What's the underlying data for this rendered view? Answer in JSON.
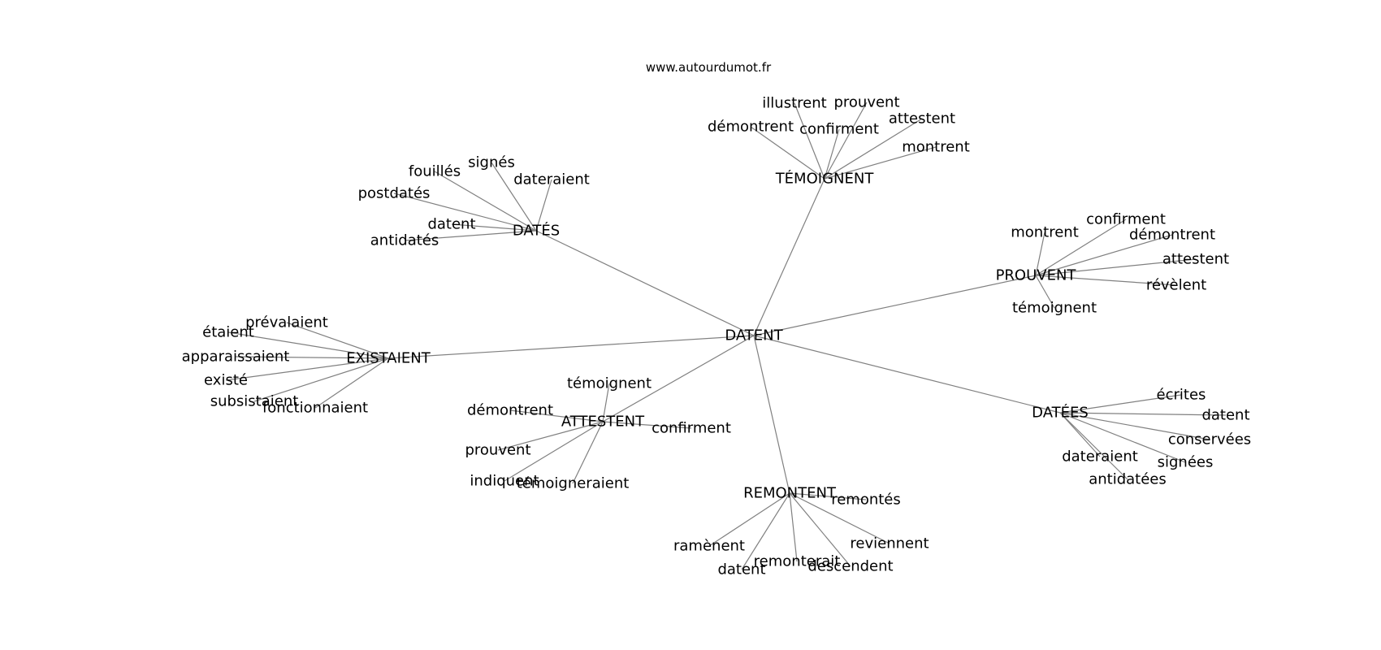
{
  "watermark": "www.autourdumot.fr",
  "center": "DATENT",
  "clusters": [
    {
      "hub": "TÉMOIGNENT",
      "leaves": [
        "illustrent",
        "prouvent",
        "démontrent",
        "confirment",
        "attestent",
        "montrent"
      ]
    },
    {
      "hub": "DATÉS",
      "leaves": [
        "signés",
        "fouillés",
        "dateraient",
        "postdatés",
        "datent",
        "antidatés"
      ]
    },
    {
      "hub": "PROUVENT",
      "leaves": [
        "confirment",
        "montrent",
        "démontrent",
        "attestent",
        "révèlent",
        "témoignent"
      ]
    },
    {
      "hub": "EXISTAIENT",
      "leaves": [
        "prévalaient",
        "étaient",
        "apparaissaient",
        "existé",
        "subsistaient",
        "fonctionnaient"
      ]
    },
    {
      "hub": "ATTESTENT",
      "leaves": [
        "témoignent",
        "démontrent",
        "confirment",
        "prouvent",
        "indiquent",
        "témoigneraient"
      ]
    },
    {
      "hub": "DATÉES",
      "leaves": [
        "écrites",
        "datent",
        "conservées",
        "dateraient",
        "signées",
        "antidatées"
      ]
    },
    {
      "hub": "REMONTENT",
      "leaves": [
        "remontés",
        "ramènent",
        "reviennent",
        "remonterait",
        "descendent",
        "datent"
      ]
    }
  ]
}
